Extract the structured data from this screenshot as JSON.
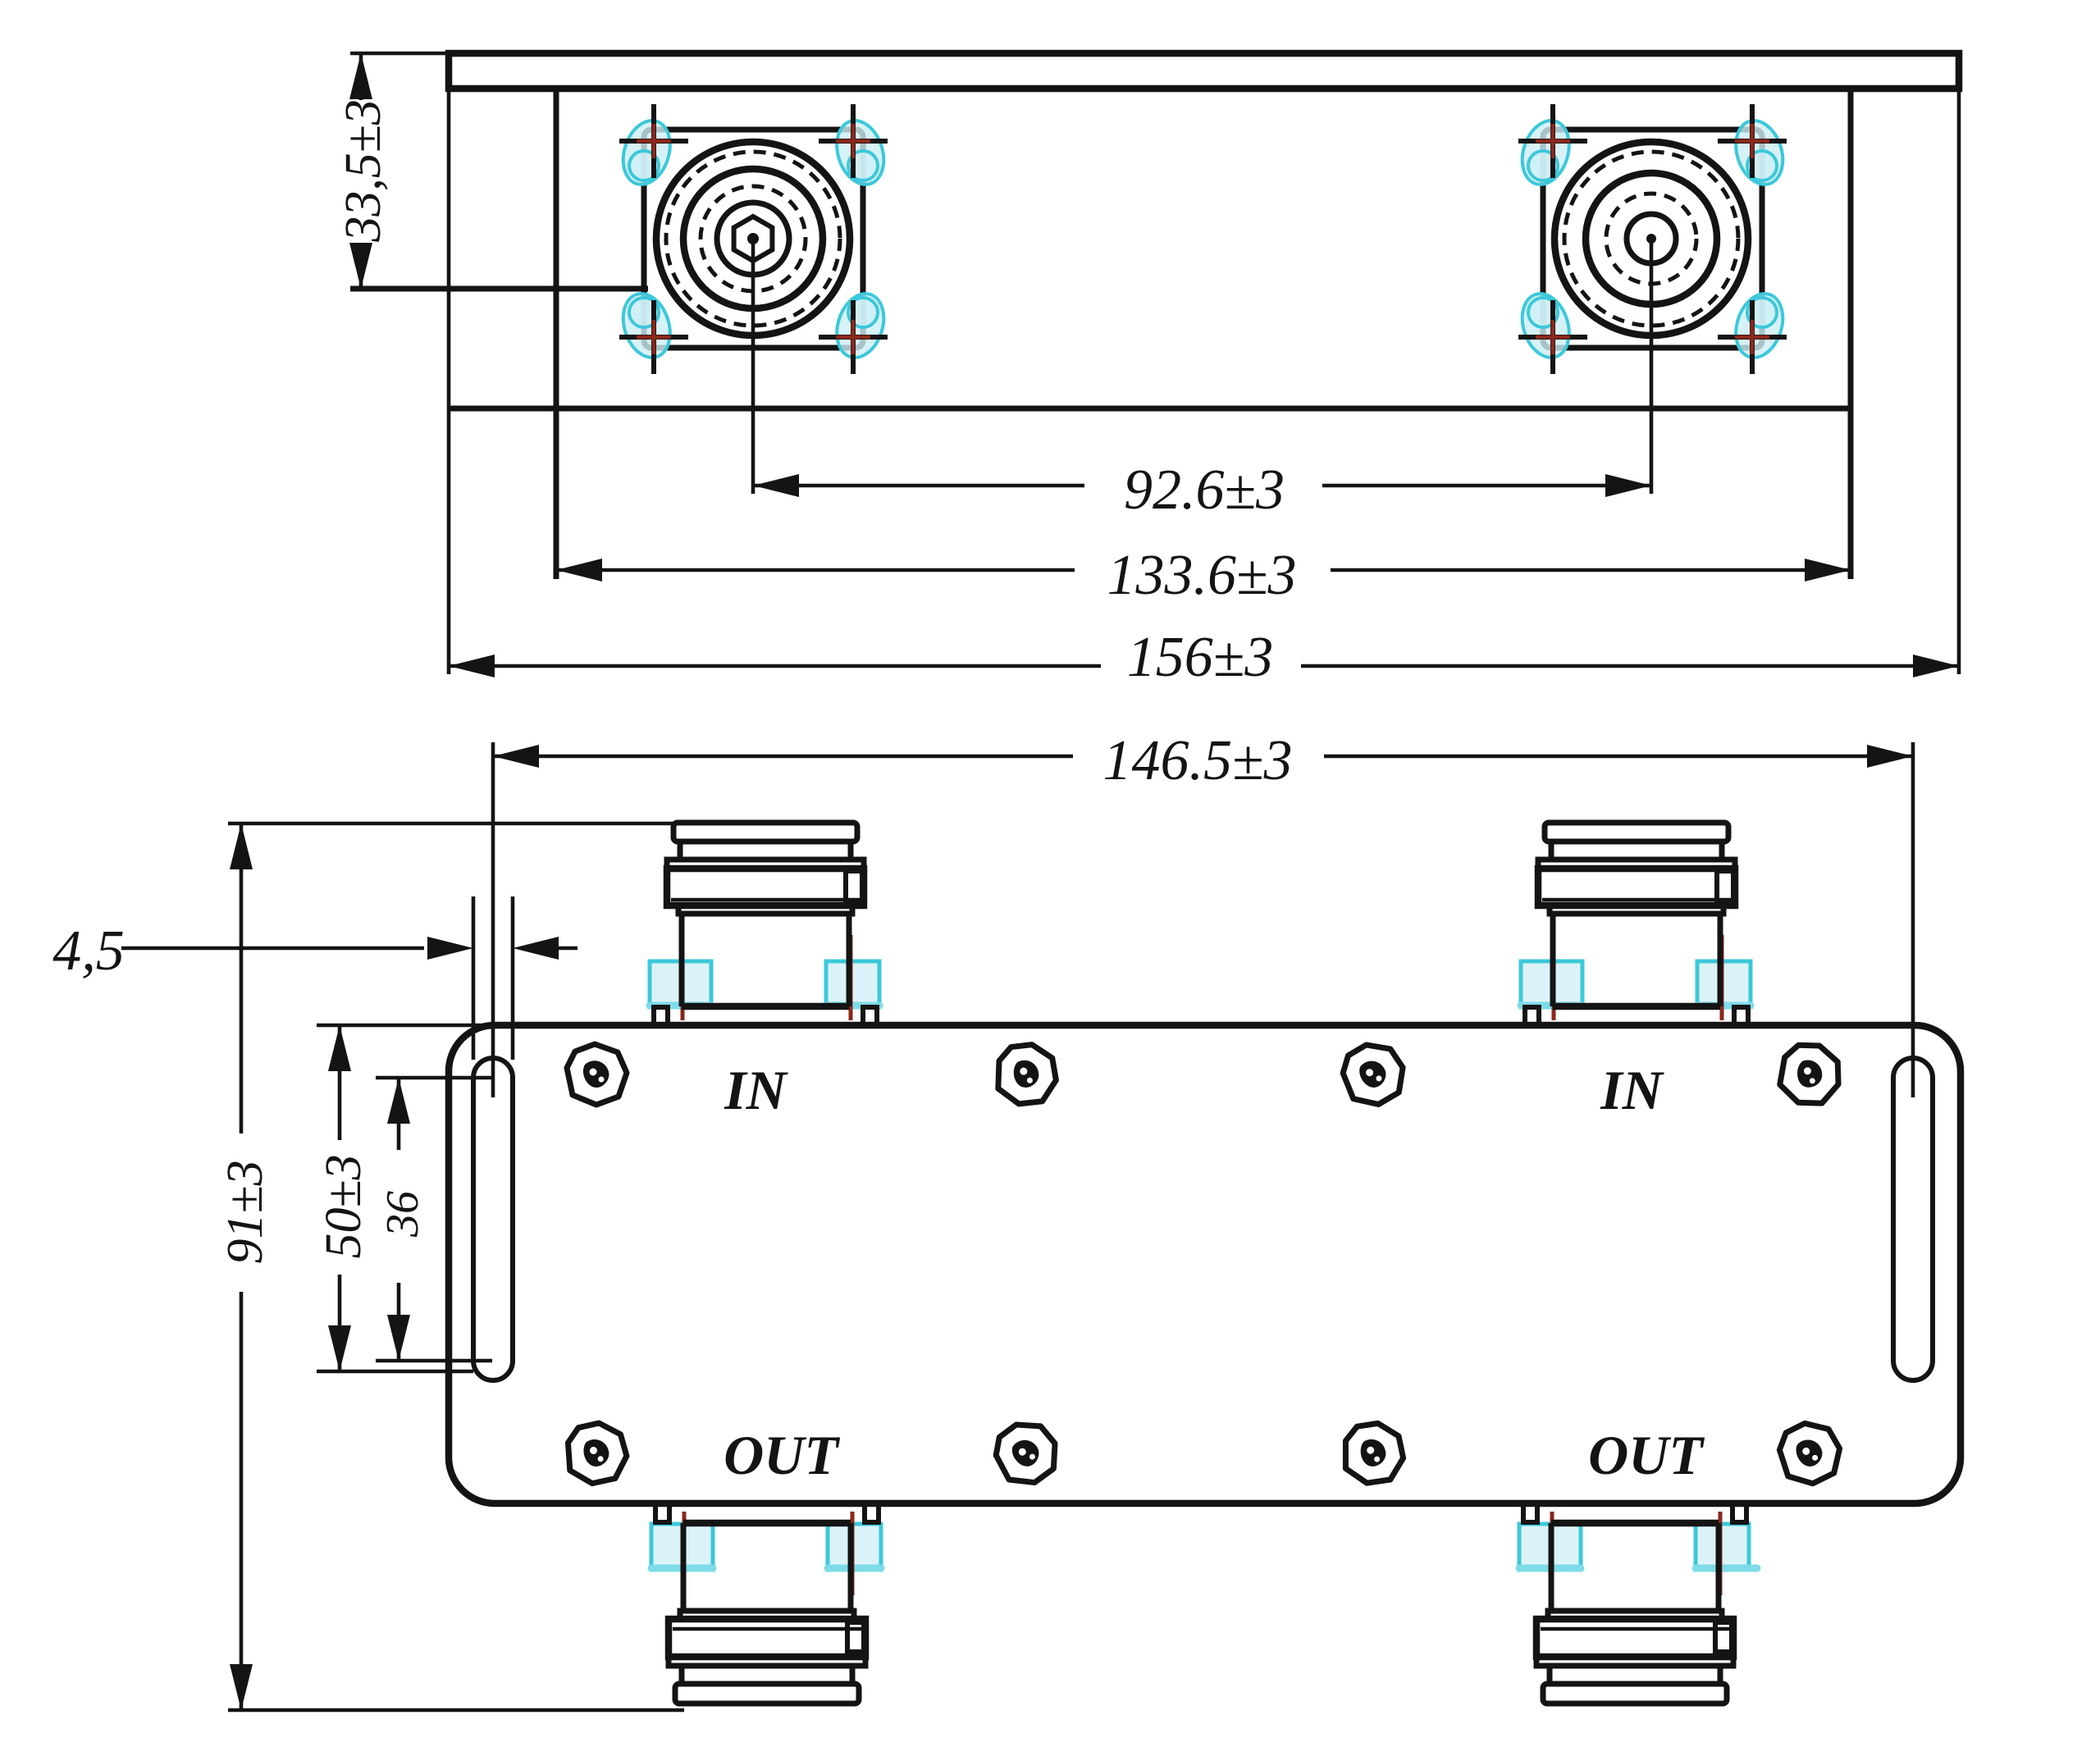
{
  "colors": {
    "line": "#141414",
    "cyan": "#3cc8da",
    "cyan_fill": "#cdeff5",
    "red": "#8a281c",
    "background": "#ffffff"
  },
  "top_view": {
    "dims": {
      "height": "33,5±3",
      "connector_spacing": "92.6±3",
      "body_width": "133.6±3",
      "plate_width": "156±3"
    }
  },
  "front_view": {
    "dims": {
      "slot_spacing": "146.5±3",
      "slot_width": "4,5",
      "overall_height": "91±3",
      "body_height": "50±3",
      "slot_length": "36"
    },
    "labels": {
      "in_left": "IN",
      "in_right": "IN",
      "out_left": "OUT",
      "out_right": "OUT"
    }
  }
}
